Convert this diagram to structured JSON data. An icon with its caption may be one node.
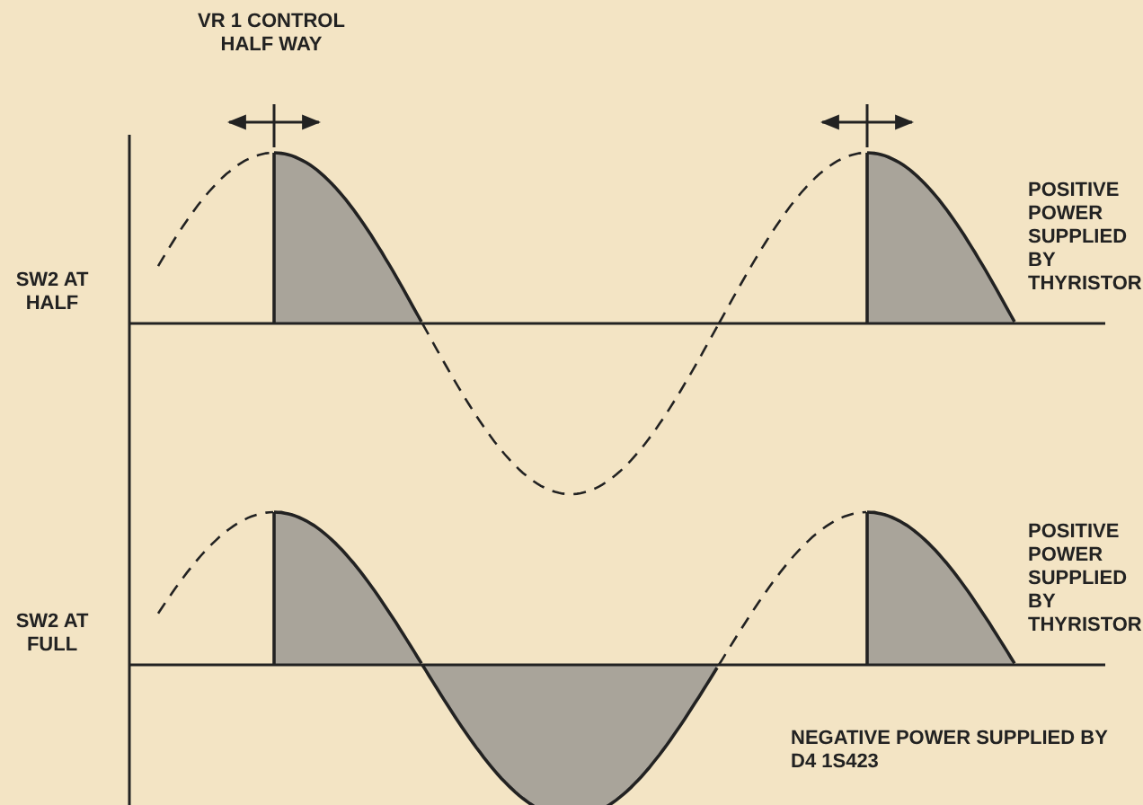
{
  "diagram": {
    "labels": [
      "VR 1 CONTROL HALF WAY",
      "SW2 AT HALF",
      "POSITIVE POWER SUPPLIED BY THYRISTOR",
      "SW2 AT FULL",
      "POSITIVE POWER SUPPLIED BY THYRISTOR",
      "NEGATIVE POWER SUPPLIED BY D4 1S423"
    ]
  }
}
